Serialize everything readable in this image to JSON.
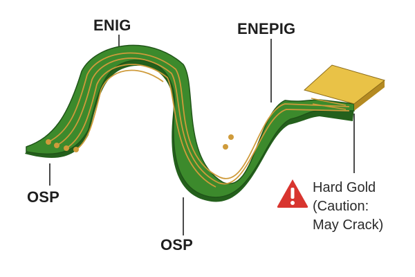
{
  "labels": {
    "enig": "ENIG",
    "enepig": "ENEPIG",
    "osp_left": "OSP",
    "osp_bottom": "OSP",
    "hard_gold": {
      "line1": "Hard Gold",
      "line2": "(Caution:",
      "line3": "May Crack)"
    }
  },
  "icons": {
    "warning": "warning-triangle-icon"
  },
  "colors": {
    "board_green": "#3c8a2c",
    "board_edge": "#1f5418",
    "trace_gold": "#cf9b3b",
    "hard_gold": "#e9c247",
    "warning_red": "#d8352f",
    "text": "#1e1e1e"
  }
}
